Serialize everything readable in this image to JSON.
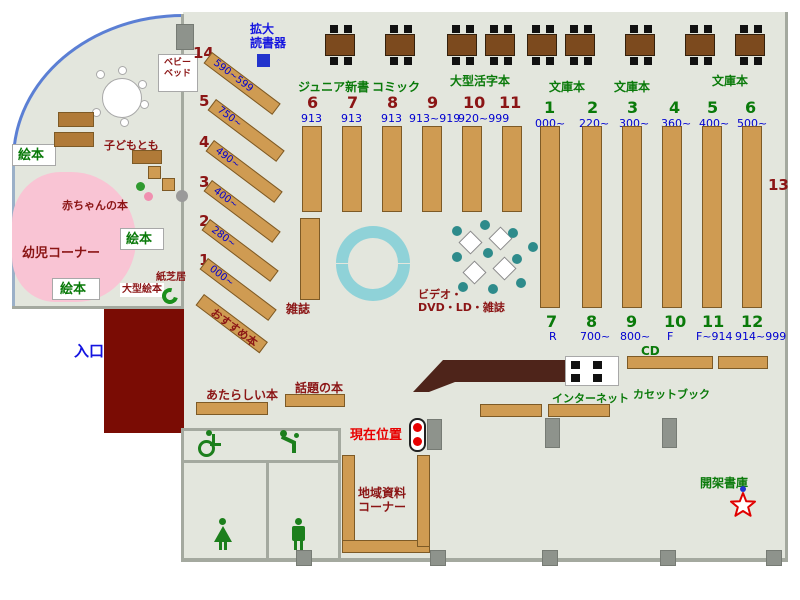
{
  "entrance": "入口",
  "magnifier": "拡大\n読書器",
  "children": {
    "ehon1": "絵本",
    "ehon2": "絵本",
    "ehon3": "絵本",
    "toddler": "幼児コーナー",
    "baby_books": "赤ちゃんの本",
    "kodomotomo": "子どもとも",
    "baby_bed": "ベビー\nベッド",
    "ogata_ehon": "大型絵本",
    "kamishibai": "紙芝居"
  },
  "diag_shelves": [
    {
      "num": "14",
      "range": "590~599"
    },
    {
      "num": "5",
      "range": "750~"
    },
    {
      "num": "4",
      "range": "490~"
    },
    {
      "num": "3",
      "range": "400~"
    },
    {
      "num": "2",
      "range": "280~"
    },
    {
      "num": "1",
      "range": "000~"
    }
  ],
  "recommend": "おすすめ本",
  "categories": [
    "ジュニア新書",
    "コミック",
    "大型活字本",
    "文庫本",
    "文庫本",
    "文庫本"
  ],
  "maroon_nums": [
    "6",
    "7",
    "8",
    "9",
    "10",
    "11"
  ],
  "maroon_ranges": [
    "913",
    "913",
    "913",
    "913~919",
    "920~999"
  ],
  "green_top_nums": [
    "1",
    "2",
    "3",
    "4",
    "5",
    "6"
  ],
  "green_top_ranges": [
    "000~",
    "220~",
    "300~",
    "360~",
    "400~",
    "500~"
  ],
  "green_bottom_nums": [
    "7",
    "8",
    "9",
    "10",
    "11",
    "12"
  ],
  "green_bottom_ranges": [
    "R",
    "700~",
    "800~",
    "F",
    "F~914",
    "914~999"
  ],
  "shelf13": "13",
  "magazines": "雑誌",
  "video_corner": "ビデオ・\nDVD・LD・雑誌",
  "new_books": "あたらしい本",
  "topic_books": "話題の本",
  "current_location": "現在位置",
  "internet": "インターネット",
  "cd": "CD",
  "cassette": "カセットブック",
  "local_corner": "地域資料\nコーナー",
  "open_stacks": "開架書庫"
}
